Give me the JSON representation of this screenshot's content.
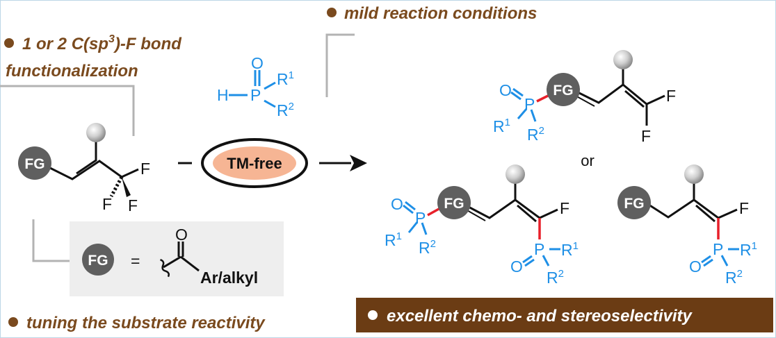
{
  "bullets": {
    "mild": "mild reaction conditions",
    "cf_line1": "1 or 2 C(sp",
    "cf_sup": "3",
    "cf_line1_end": ")-F bond",
    "cf_line2": "functionalization",
    "tuning": "tuning the substrate reactivity"
  },
  "banner": {
    "text": "excellent chemo- and stereoselectivity"
  },
  "reagent": {
    "o": "O",
    "h": "H",
    "p": "P",
    "r": "R",
    "sup1": "1",
    "sup2": "2"
  },
  "catalyst": {
    "label": "TM-free"
  },
  "fg": {
    "label": "FG"
  },
  "definition": {
    "equals": "=",
    "o": "O",
    "group": "Ar/alkyl"
  },
  "atoms": {
    "f": "F",
    "p": "P",
    "o": "O",
    "r": "R",
    "sup1": "1",
    "sup2": "2"
  },
  "connector": {
    "or": "or"
  },
  "colors": {
    "bullet_brown": "#7a4a1e",
    "phosphorus_blue": "#1e8fe6",
    "new_bond_red": "#e8202a",
    "fg_circle": "#5f5f5f",
    "catalyst_fill": "#f6b594",
    "panel_gray": "#eeeeee",
    "banner_bg": "#6b3c14"
  }
}
